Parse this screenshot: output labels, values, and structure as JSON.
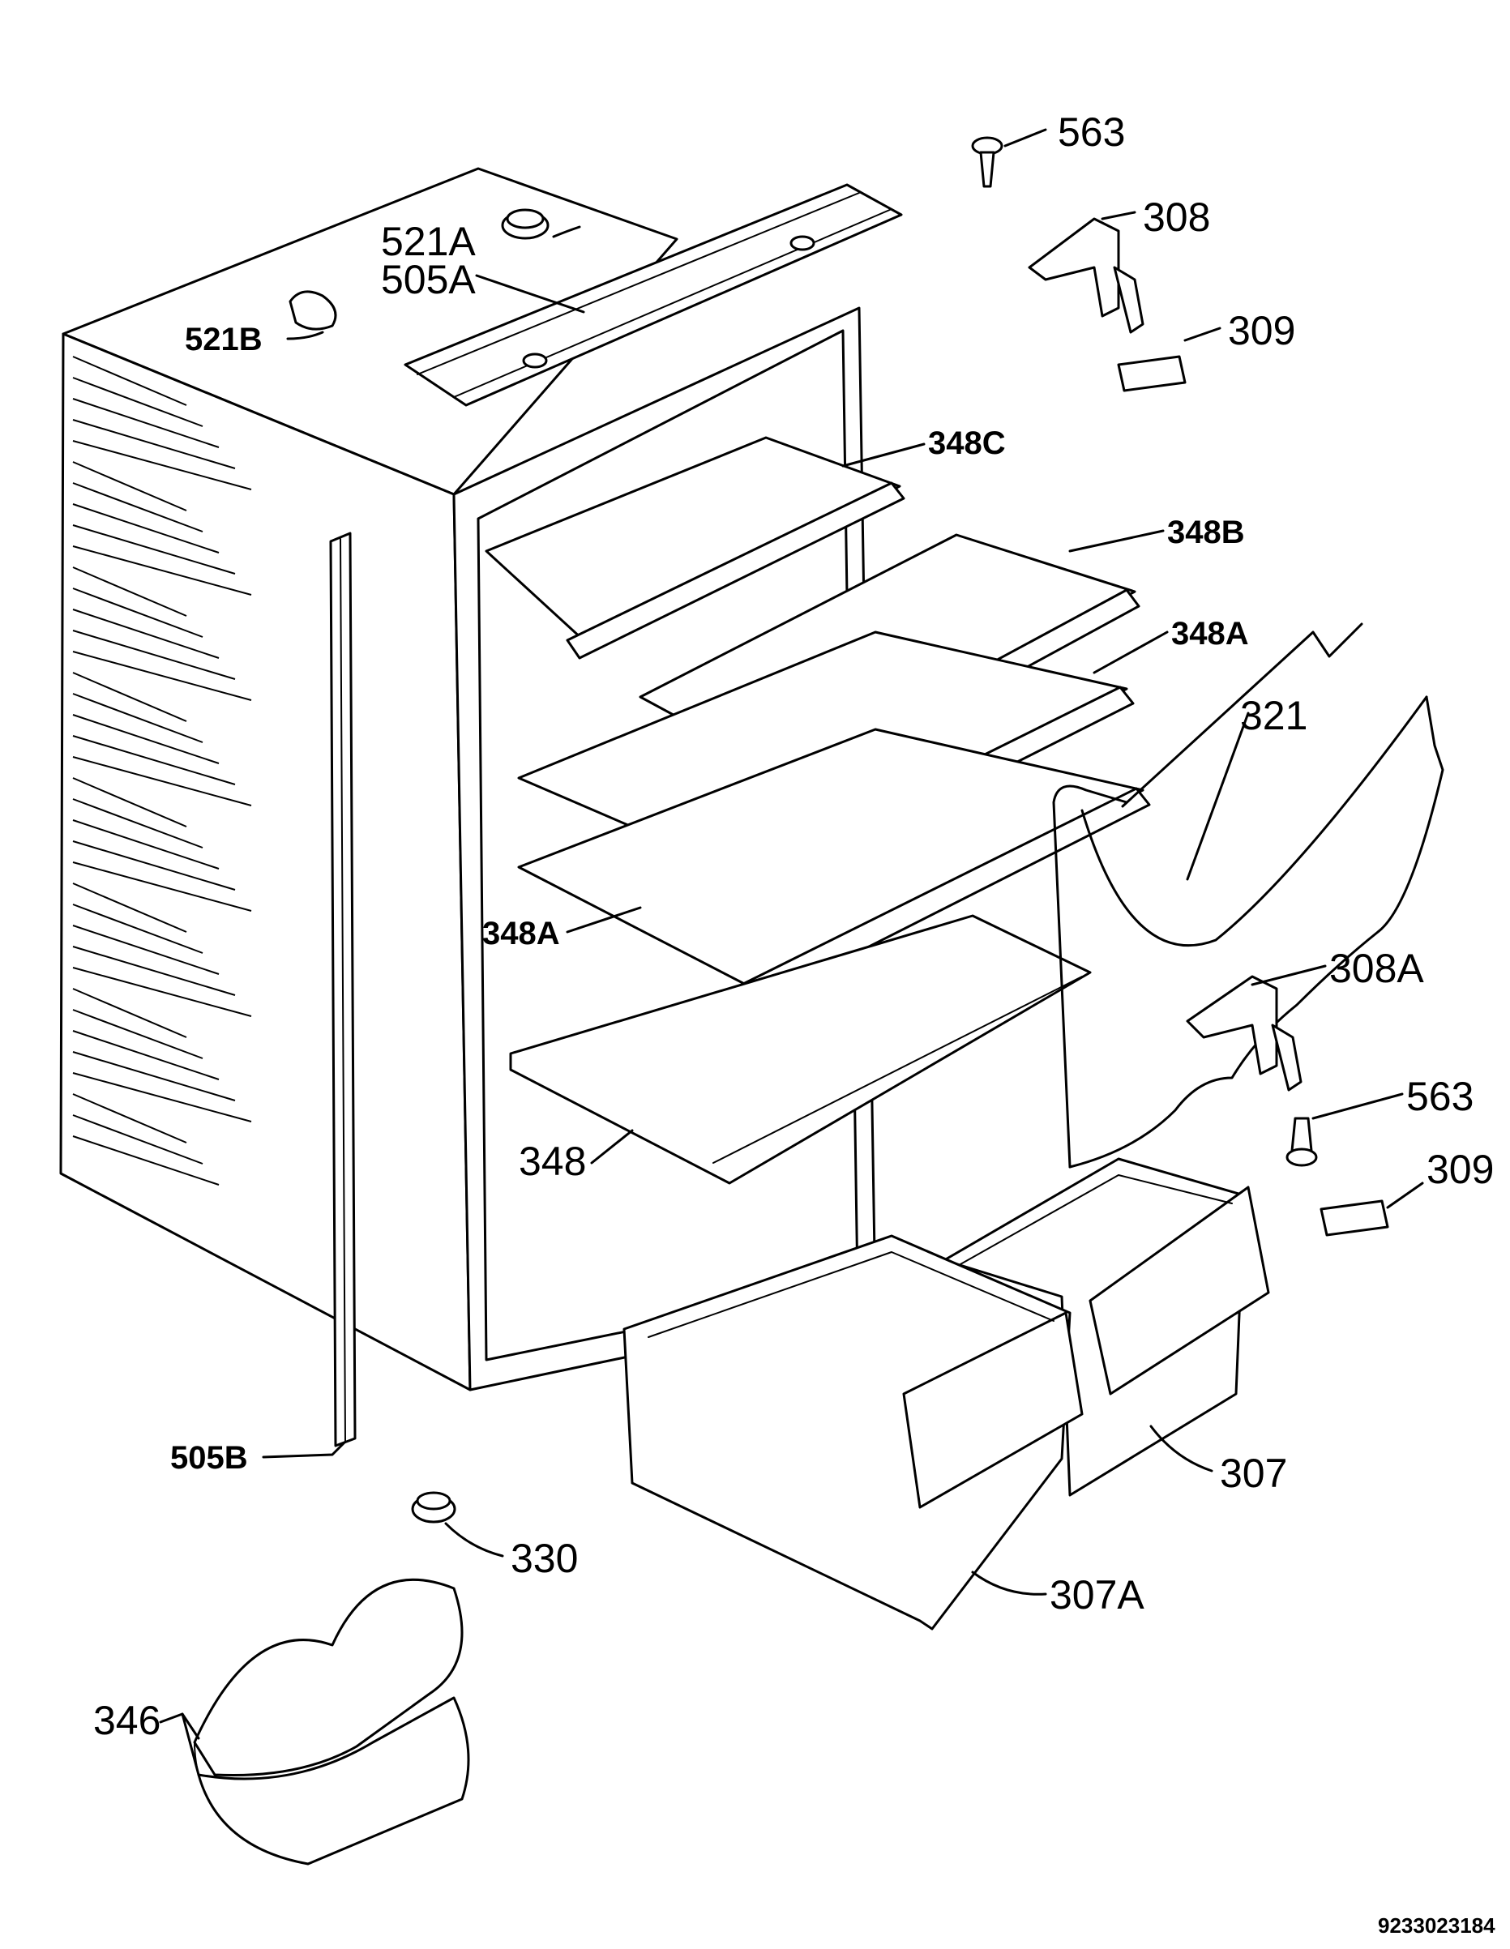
{
  "document_number": "9233023184",
  "callouts": [
    {
      "id": "563-top",
      "text": "563"
    },
    {
      "id": "308",
      "text": "308"
    },
    {
      "id": "309-top",
      "text": "309"
    },
    {
      "id": "521A",
      "text": "521A"
    },
    {
      "id": "505A",
      "text": "505A"
    },
    {
      "id": "521B",
      "text": "521B"
    },
    {
      "id": "348C",
      "text": "348C"
    },
    {
      "id": "348B",
      "text": "348B"
    },
    {
      "id": "348A-right",
      "text": "348A"
    },
    {
      "id": "321",
      "text": "321"
    },
    {
      "id": "348A-left",
      "text": "348A"
    },
    {
      "id": "308A",
      "text": "308A"
    },
    {
      "id": "563-bottom",
      "text": "563"
    },
    {
      "id": "348",
      "text": "348"
    },
    {
      "id": "309-bottom",
      "text": "309"
    },
    {
      "id": "505B",
      "text": "505B"
    },
    {
      "id": "307",
      "text": "307"
    },
    {
      "id": "330",
      "text": "330"
    },
    {
      "id": "307A",
      "text": "307A"
    },
    {
      "id": "346",
      "text": "346"
    }
  ]
}
